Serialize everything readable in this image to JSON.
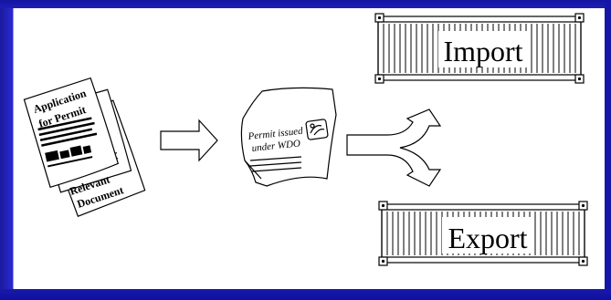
{
  "documents": {
    "application_line1": "Application",
    "application_line2": "for Permit",
    "relevant_line1": "Relevant",
    "relevant_line2": "Document"
  },
  "permit": {
    "line1": "Permit issued",
    "line2": "under WDO"
  },
  "containers": {
    "import_label": "Import",
    "export_label": "Export"
  },
  "colors": {
    "slide_border": "#1a1aa8",
    "background": "#ffffff",
    "ink": "#000000"
  }
}
